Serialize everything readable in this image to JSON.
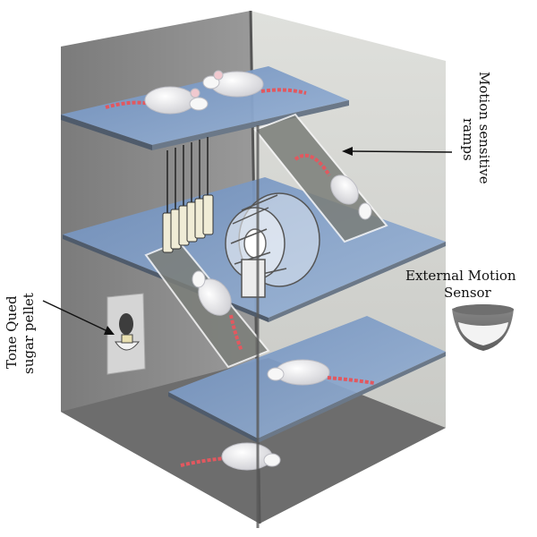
{
  "labels": {
    "ramps_line1": "Motion sensitive",
    "ramps_line2": "ramps",
    "sensor_line1": "External Motion",
    "sensor_line2": "Sensor",
    "pellet_line1": "Tone Qued",
    "pellet_line2": "sugar pellet"
  },
  "colors": {
    "left_wall": "#8d8d8d",
    "back_wall": "#dcdcd8",
    "floor_top": "#7f9fc8",
    "floor_edge": "#4f5b6b",
    "ramp": "#7a7d78",
    "rat_body": "#f4f4f4",
    "rat_tail": "#e2585f"
  }
}
